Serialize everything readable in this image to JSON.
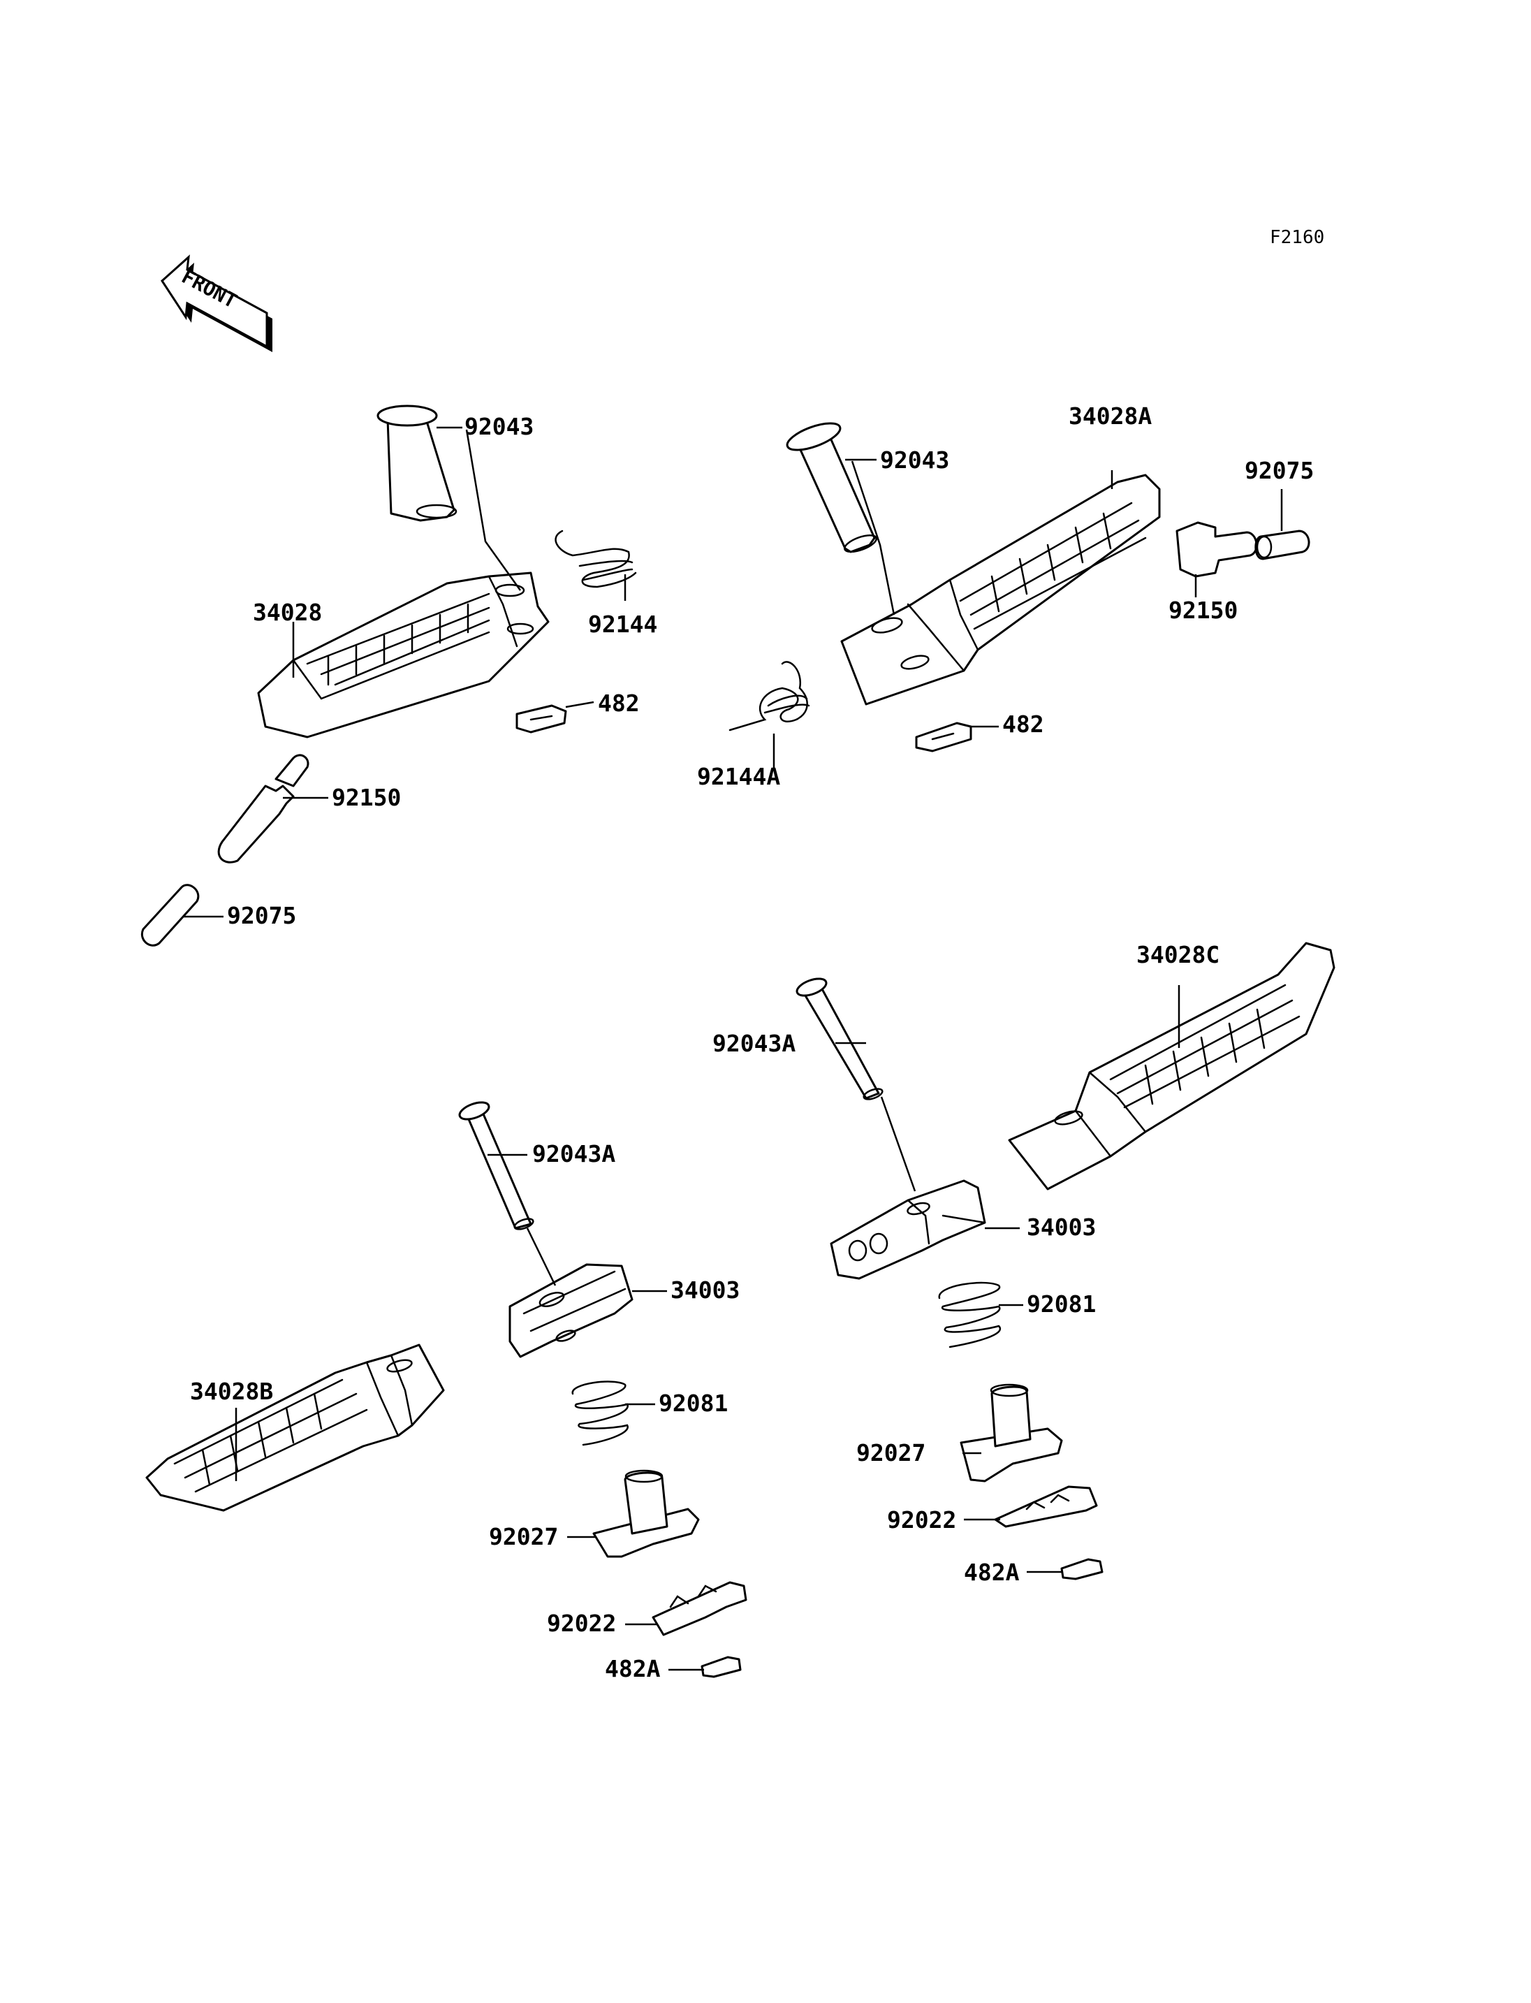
{
  "diagram": {
    "code": "F2160",
    "front_label": "FRONT",
    "labels": {
      "l1": "92043",
      "l2": "34028",
      "l3": "92144",
      "l4": "482",
      "l5": "92150",
      "l6": "92075",
      "l7": "92043",
      "l8": "34028A",
      "l9": "92075",
      "l10": "92150",
      "l11": "92144A",
      "l12": "482",
      "l13": "34028C",
      "l14": "92043A",
      "l15": "34003",
      "l16": "92081",
      "l17": "92027",
      "l18": "92022",
      "l19": "482A",
      "l20": "92043A",
      "l21": "34003",
      "l22": "34028B",
      "l23": "92081",
      "l24": "92027",
      "l25": "92022",
      "l26": "482A"
    }
  }
}
